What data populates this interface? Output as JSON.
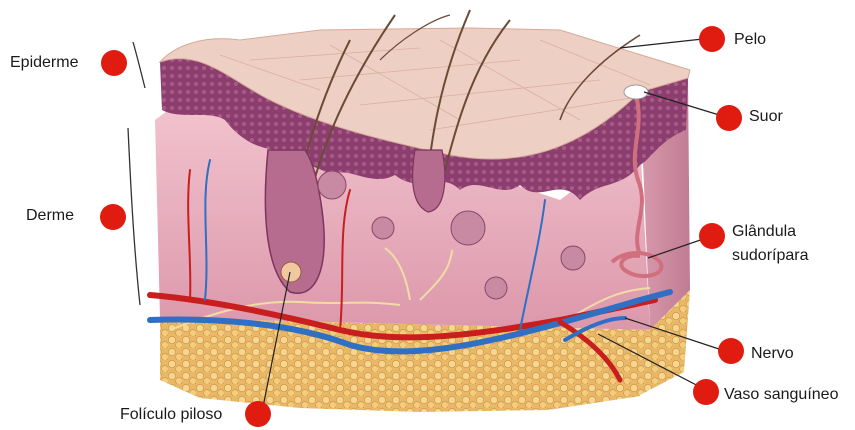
{
  "labels": {
    "epiderme": "Epiderme",
    "derme": "Derme",
    "pelo": "Pelo",
    "suor": "Suor",
    "glandula_line1": "Glândula",
    "glandula_line2": "sudorípara",
    "nervo": "Nervo",
    "vaso": "Vaso sanguíneo",
    "foliculo": "Folículo piloso"
  },
  "colors": {
    "marker": "#e01b0f",
    "hypodermis_fat": "#f1c777",
    "dermis": "#e9b2be",
    "epidermis": "#8b3f6d",
    "skin_surface": "#edcfc2",
    "artery": "#c81e1e",
    "vein": "#2f6fc4",
    "nerve": "#e8c989"
  },
  "image": {
    "subject": "skin-cross-section-illustration"
  }
}
